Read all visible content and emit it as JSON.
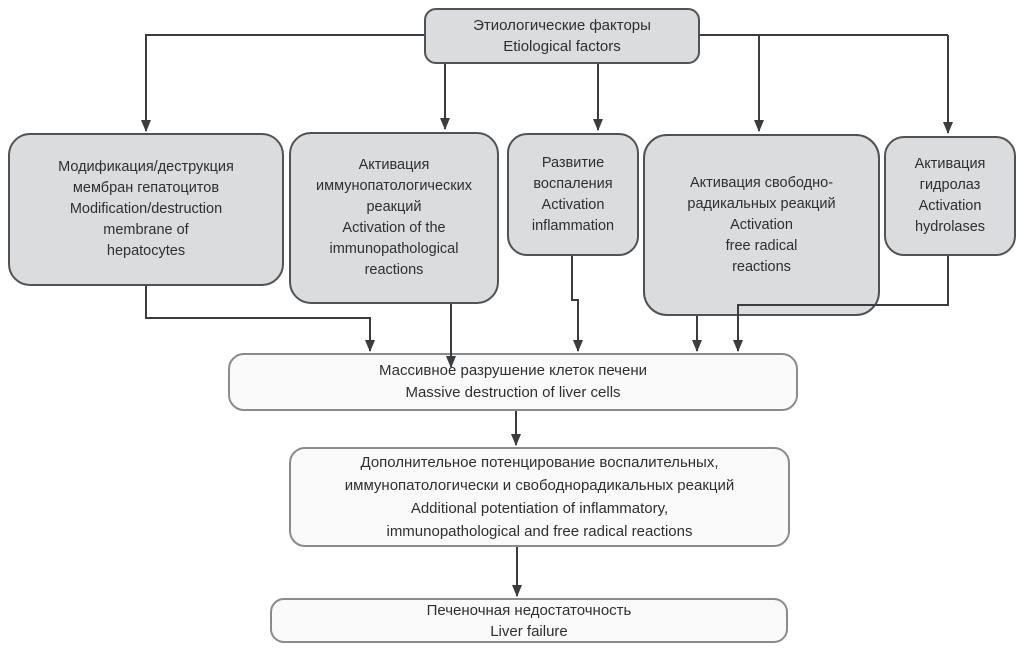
{
  "diagram": {
    "type": "flowchart",
    "topic": "Pathogenesis of liver failure (bilingual Russian/English)",
    "nodes": {
      "etiological_factors": {
        "text": "Этиологические факторы\nEtiological factors"
      },
      "membrane_modification": {
        "text": "Модификация/деструкция\nмембран гепатоцитов\nModification/destruction\nmembrane of\nhepatocytes"
      },
      "immunopathological_reactions": {
        "text": "Активация\nиммунопатологических\nреакций\nActivation of the\nimmunopathological\nreactions"
      },
      "inflammation": {
        "text": "Развитие\nвоспаления\nActivation\ninflammation"
      },
      "free_radical_reactions": {
        "text": "Активация свободно-\nрадикальных реакций\nActivation\nfree radical\nreactions"
      },
      "hydrolases": {
        "text": "Активация\nгидролаз\nActivation\nhydrolases"
      },
      "massive_destruction": {
        "text": "Массивное разрушение клеток печени\nMassive destruction of liver cells"
      },
      "additional_potentiation": {
        "text": "Дополнительное потенцирование воспалительных,\nиммунопатологически и свободнорадикальных реакций\nAdditional potentiation of inflammatory,\nimmunopathological and free radical reactions"
      },
      "liver_failure": {
        "text": "Печеночная недостаточность\nLiver failure"
      }
    },
    "colors": {
      "background": "#ffffff",
      "node_fill": "#dadcdd",
      "node_border": "#4f5356",
      "result_fill": "#fafafa",
      "result_border": "#888c8f",
      "arrow": "#3a3d3f",
      "text": "#2d2f30"
    }
  }
}
